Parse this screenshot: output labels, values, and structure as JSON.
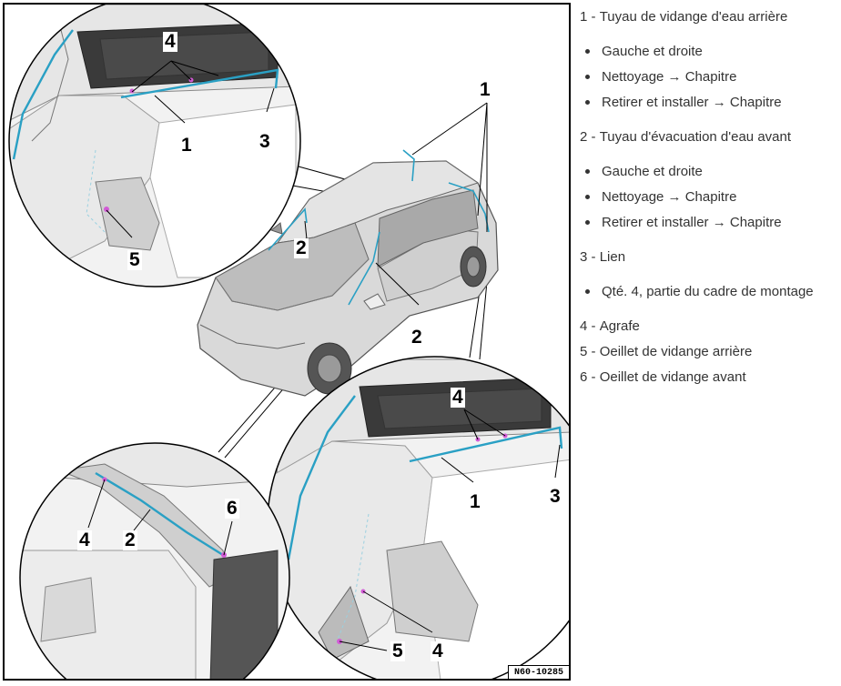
{
  "figure": {
    "code": "N60-10285",
    "callouts": {
      "c1_top": "1",
      "c4_tl": "4",
      "c1_tl": "1",
      "c3_tl": "3",
      "c5_tl": "5",
      "c2_car_roof": "2",
      "c2_car_pillar": "2",
      "c4_br": "4",
      "c1_br": "1",
      "c3_br": "3",
      "c5_br": "5",
      "c4_br_low": "4",
      "c4_bl": "4",
      "c2_bl": "2",
      "c6_bl": "6"
    },
    "colors": {
      "hose": "#2aa0c4",
      "marker": "#d25ad6",
      "lines": "#000000"
    }
  },
  "legend": {
    "items": [
      {
        "number": "1 - ",
        "title": "Tuyau de vidange d'eau arrière",
        "subs": [
          "Gauche et droite",
          "Nettoyage → Chapitre",
          "Retirer et installer → Chapitre"
        ]
      },
      {
        "number": "2 - ",
        "title": "Tuyau d'évacuation d'eau avant",
        "subs": [
          "Gauche et droite",
          "Nettoyage → Chapitre",
          "Retirer et installer → Chapitre"
        ]
      },
      {
        "number": "3 - ",
        "title": "Lien",
        "subs": [
          "Qté. 4, partie du cadre de montage"
        ]
      },
      {
        "number": "4 - ",
        "title": "Agrafe",
        "subs": []
      },
      {
        "number": "5 - ",
        "title": "Oeillet de vidange arrière",
        "subs": []
      },
      {
        "number": "6 - ",
        "title": "Oeillet de vidange avant",
        "subs": []
      }
    ]
  }
}
